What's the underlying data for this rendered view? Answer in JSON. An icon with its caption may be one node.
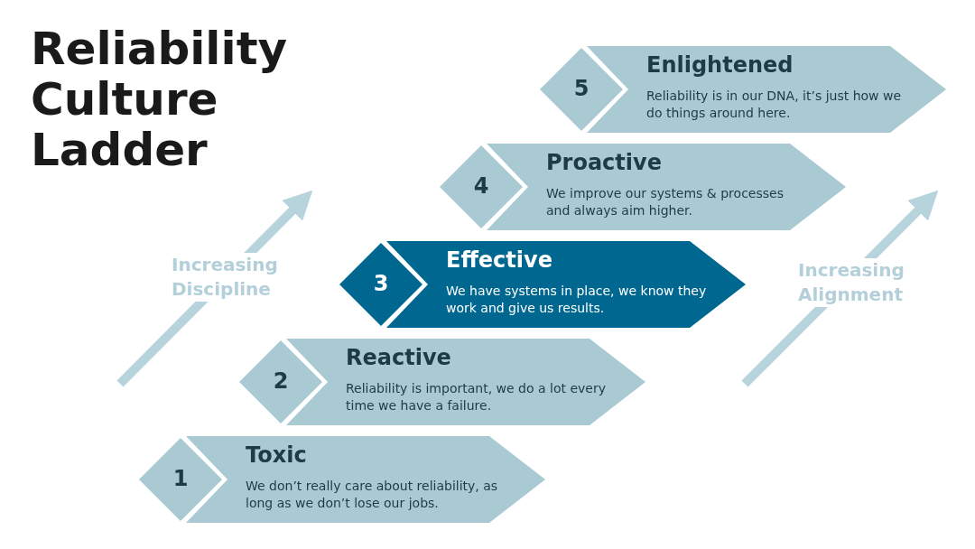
{
  "diagram": {
    "title": "Reliability Culture Ladder",
    "nodes": [
      {
        "text": [
          "5"
        ]
      },
      {
        "text": [
          "Enlightened",
          "Reliability is in our DNA, it’s just how we do things around here."
        ]
      },
      {
        "text": [
          "4"
        ]
      },
      {
        "text": [
          "Proactive",
          "We improve our systems & processes and always aim higher."
        ]
      },
      {
        "text": [
          "3"
        ]
      },
      {
        "text": [
          "Effective",
          "We have systems in place, we know they work and give us results."
        ]
      },
      {
        "text": [
          "2"
        ]
      },
      {
        "text": [
          "Reactive",
          "Reliability is important, we do a lot every time we have a failure."
        ]
      },
      {
        "text": [
          "1"
        ]
      },
      {
        "text": [
          "Toxic",
          "We don’t really care about reliability, as long as we don’t lose our jobs."
        ]
      }
    ],
    "edges": [],
    "labels": [
      "Increasing Discipline",
      "Increasing Alignment"
    ]
  }
}
